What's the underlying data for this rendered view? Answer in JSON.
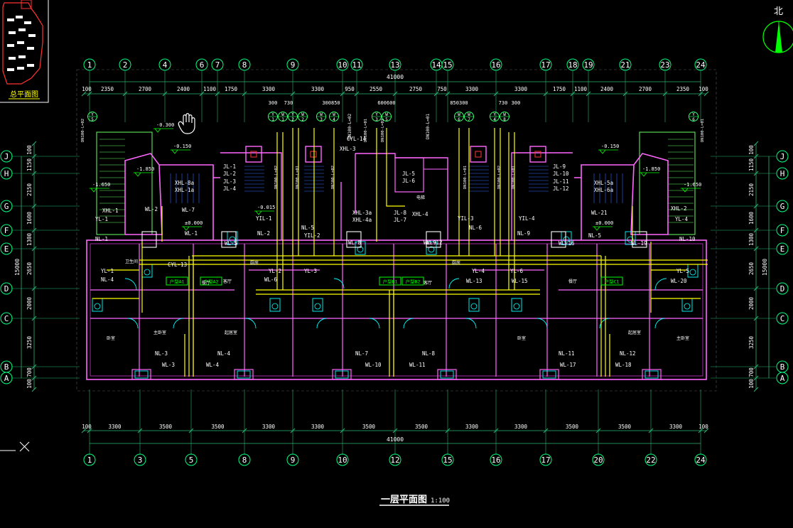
{
  "title": "一层平面图",
  "scale": "1:100",
  "north_label": "北",
  "keyplan_label": "总平面图",
  "total_dim": "41000",
  "grid_top": [
    "1",
    "2",
    "4",
    "6",
    "7",
    "8",
    "9",
    "10",
    "11",
    "13",
    "14",
    "15",
    "16",
    "17",
    "18",
    "19",
    "21",
    "23",
    "24"
  ],
  "grid_bottom": [
    "1",
    "3",
    "5",
    "8",
    "9",
    "10",
    "12",
    "15",
    "16",
    "17",
    "20",
    "22",
    "24"
  ],
  "grid_left": [
    "J",
    "H",
    "G",
    "F",
    "E",
    "D",
    "C",
    "B",
    "A"
  ],
  "grid_right": [
    "J",
    "H",
    "G",
    "F",
    "E",
    "D",
    "C",
    "B",
    "A"
  ],
  "dims_top": [
    "100",
    "2350",
    "2700",
    "2400",
    "1100",
    "1750",
    "3300",
    "3300",
    "950",
    "2550",
    "2750",
    "750",
    "3300",
    "3300",
    "1750",
    "1100",
    "2400",
    "2700",
    "2350",
    "100"
  ],
  "dims_bottom": [
    "100",
    "3300",
    "3500",
    "3500",
    "3300",
    "3300",
    "3500",
    "3500",
    "3300",
    "3300",
    "3500",
    "3500",
    "3300",
    "100"
  ],
  "dims_left": [
    "100",
    "1150",
    "2150",
    "1600",
    "1300",
    "2650",
    "2000",
    "3250",
    "700",
    "100"
  ],
  "dims_right": [
    "100",
    "1150",
    "2150",
    "1600",
    "1300",
    "2650",
    "2000",
    "3250",
    "700",
    "100"
  ],
  "side_total": "15000",
  "riser_tags": [
    {
      "a": "Y",
      "b": "1"
    },
    {
      "a": "W",
      "b": "1"
    },
    {
      "a": "Y",
      "b": "2"
    },
    {
      "a": "W",
      "b": "2"
    },
    {
      "a": "W",
      "b": "3"
    },
    {
      "a": "W",
      "b": "4"
    },
    {
      "a": "Y",
      "b": "3"
    },
    {
      "a": "W",
      "b": "5"
    },
    {
      "a": "W",
      "b": "6"
    },
    {
      "a": "W",
      "b": "7"
    },
    {
      "a": "Y",
      "b": "4"
    },
    {
      "a": "W",
      "b": "8"
    },
    {
      "a": "Y",
      "b": "6"
    },
    {
      "a": "Y",
      "b": "5"
    }
  ],
  "small_dims": [
    "300",
    "730",
    "300850",
    "600600",
    "850300",
    "730",
    "300"
  ],
  "pipe_labels": [
    "CYL-14",
    "XHL-3",
    "JL-1",
    "JL-2",
    "JL-3",
    "JL-4",
    "XHL-8a",
    "XHL-1a",
    "JL-5",
    "JL-6",
    "JL-9",
    "JL-10",
    "JL-11",
    "JL-12",
    "XHL-5a",
    "XHL-6a",
    "XHL-1",
    "YL-1",
    "NL-1",
    "WL-2",
    "WL-7",
    "WL-1",
    "NL-2",
    "WL-5",
    "YIL-1",
    "YIL-2",
    "NL-5",
    "XHL-3a",
    "XHL-4a",
    "JL-8",
    "JL-7",
    "XHL-4",
    "WL-8",
    "WL-9",
    "YIL-3",
    "NL-6",
    "WL-12",
    "YIL-4",
    "NL-9",
    "WL-16",
    "XHL-2",
    "YL-4",
    "WL-21",
    "NL-10",
    "NL-5",
    "WL-19",
    "CYL-13",
    "YL-2",
    "WL-6",
    "YL-3",
    "YL-4",
    "WL-13",
    "YL-6",
    "WL-15",
    "YL-1",
    "YL-5",
    "WL-20",
    "NL-3",
    "WL-3",
    "NL-4",
    "WL-4",
    "NL-7",
    "WL-10",
    "NL-8",
    "WL-11",
    "NL-11",
    "WL-17",
    "NL-12",
    "WL-18",
    "NL-4",
    "DN100-L=02",
    "DN100-L=01"
  ],
  "elevations": [
    "-0.300",
    "-0.150",
    "-1.850",
    "-1.650",
    "±0.000",
    "-0.015",
    "±0.000",
    "-0.150",
    "-1.850",
    "-1.650"
  ],
  "room_labels": [
    "卫生间",
    "卧室",
    "主卧室",
    "起居室",
    "厨房",
    "餐厅",
    "客厅",
    "电梯",
    "客厅",
    "厨房",
    "餐厅",
    "卧室",
    "起居室",
    "主卧室"
  ],
  "green_tags": [
    "户型A1",
    "户型A2",
    "户型B1",
    "户型B2",
    "户型C1"
  ],
  "colors": {
    "background": "#000000",
    "grid_line": "#2bb673",
    "grid_bubble": "#00ff7f",
    "wall": "#ff66ff",
    "wall_inner": "#cc33cc",
    "pipe": "#ffff00",
    "fixture": "#00ffff",
    "text": "#ffffff",
    "riser_tag": "#33ff66",
    "green_tag": "#00ff00",
    "stair": "#66ff66",
    "blue": "#3366ff",
    "red": "#ff3333"
  },
  "icons": [
    "hand-pan-icon",
    "north-arrow-icon",
    "crosshair-icon",
    "ucs-icon"
  ]
}
